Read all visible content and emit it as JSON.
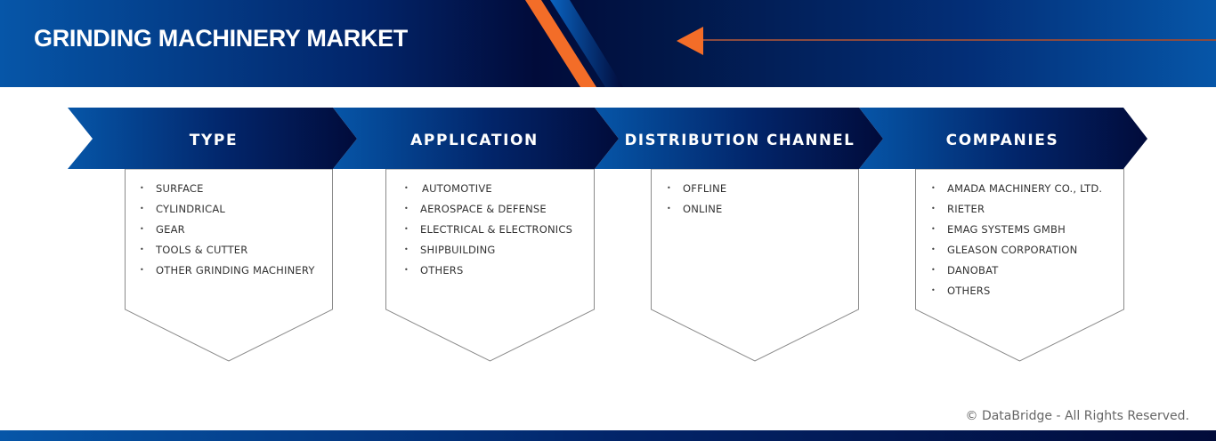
{
  "header": {
    "title": "GRINDING MACHINERY MARKET",
    "colors": {
      "primary_blue": "#0656a8",
      "navy": "#010b3a",
      "accent_orange": "#f36d28"
    }
  },
  "segments": [
    {
      "label": "TYPE",
      "items": [
        "SURFACE",
        "CYLINDRICAL",
        "GEAR",
        "TOOLS & CUTTER",
        "OTHER GRINDING MACHINERY"
      ]
    },
    {
      "label": "APPLICATION",
      "items": [
        "AUTOMOTIVE",
        "AEROSPACE & DEFENSE",
        "ELECTRICAL & ELECTRONICS",
        "SHIPBUILDING",
        "OTHERS"
      ]
    },
    {
      "label": "DISTRIBUTION CHANNEL",
      "items": [
        "OFFLINE",
        "ONLINE"
      ]
    },
    {
      "label": "COMPANIES",
      "items": [
        "AMADA MACHINERY CO., LTD.",
        "RIETER",
        "EMAG SYSTEMS GMBH",
        "GLEASON CORPORATION",
        "DANOBAT",
        "OTHERS"
      ]
    }
  ],
  "footer": {
    "copyright": "© DataBridge - All Rights Reserved."
  }
}
